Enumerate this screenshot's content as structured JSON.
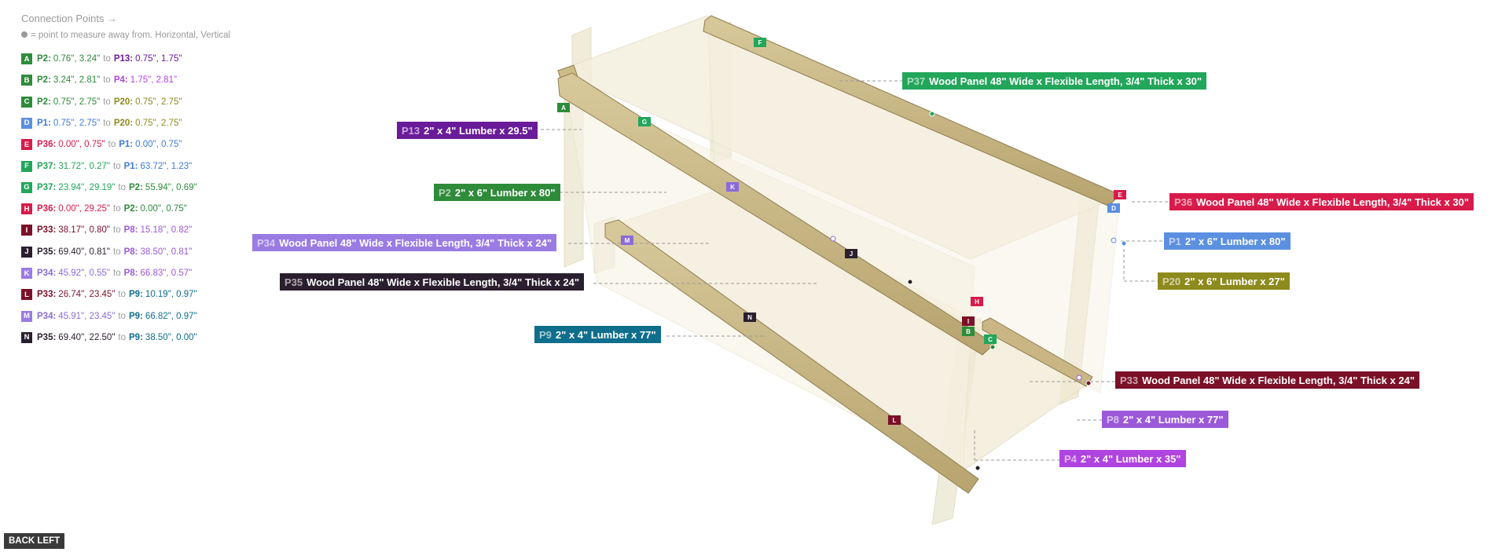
{
  "legend": {
    "title": "Connection Points →",
    "subtitle": "= point to measure away from. Horizontal, Vertical"
  },
  "connections": [
    {
      "letter": "A",
      "color": "#2e8b3a",
      "a": "P2:",
      "av": "0.76\", 3.24\"",
      "b": "P13:",
      "bv": "0.75\", 1.75\"",
      "ca": "#2e8b3a",
      "cb": "#6a1b9a"
    },
    {
      "letter": "B",
      "color": "#2e8b3a",
      "a": "P2:",
      "av": "3.24\", 2.81\"",
      "b": "P4:",
      "bv": "1.75\", 2.81\"",
      "ca": "#2e8b3a",
      "cb": "#b044e0"
    },
    {
      "letter": "C",
      "color": "#2e8b3a",
      "a": "P2:",
      "av": "0.75\", 2.75\"",
      "b": "P20:",
      "bv": "0.75\", 2.75\"",
      "ca": "#2e8b3a",
      "cb": "#8d8a1e"
    },
    {
      "letter": "D",
      "color": "#5b8fe0",
      "a": "P1:",
      "av": "0.75\", 2.75\"",
      "b": "P20:",
      "bv": "0.75\", 2.75\"",
      "ca": "#3f7ad6",
      "cb": "#8d8a1e"
    },
    {
      "letter": "E",
      "color": "#d81b4a",
      "a": "P36:",
      "av": "0.00\", 0.75\"",
      "b": "P1:",
      "bv": "0.00\", 0.75\"",
      "ca": "#d81b4a",
      "cb": "#3f7ad6"
    },
    {
      "letter": "F",
      "color": "#21a65a",
      "a": "P37:",
      "av": "31.72\", 0.27\"",
      "b": "P1:",
      "bv": "63.72\", 1.23\"",
      "ca": "#21a65a",
      "cb": "#3f7ad6"
    },
    {
      "letter": "G",
      "color": "#21a65a",
      "a": "P37:",
      "av": "23.94\", 29.19\"",
      "b": "P2:",
      "bv": "55.94\", 0.69\"",
      "ca": "#21a65a",
      "cb": "#2e8b3a"
    },
    {
      "letter": "H",
      "color": "#d81b4a",
      "a": "P36:",
      "av": "0.00\", 29.25\"",
      "b": "P2:",
      "bv": "0.00\", 0.75\"",
      "ca": "#d81b4a",
      "cb": "#2e8b3a"
    },
    {
      "letter": "I",
      "color": "#7b1028",
      "a": "P33:",
      "av": "38.17\", 0.80\"",
      "b": "P8:",
      "bv": "15.18\", 0.82\"",
      "ca": "#7b1028",
      "cb": "#9b59d9"
    },
    {
      "letter": "J",
      "color": "#2a1f2e",
      "a": "P35:",
      "av": "69.40\", 0.81\"",
      "b": "P8:",
      "bv": "38.50\", 0.81\"",
      "ca": "#2a1f2e",
      "cb": "#9b59d9"
    },
    {
      "letter": "K",
      "color": "#9a7be3",
      "a": "P34:",
      "av": "45.92\", 0.55\"",
      "b": "P8:",
      "bv": "66.83\", 0.57\"",
      "ca": "#8a6bd8",
      "cb": "#9b59d9"
    },
    {
      "letter": "L",
      "color": "#7b1028",
      "a": "P33:",
      "av": "26.74\", 23.45\"",
      "b": "P9:",
      "bv": "10.19\", 0.97\"",
      "ca": "#7b1028",
      "cb": "#0f6e8c"
    },
    {
      "letter": "M",
      "color": "#9a7be3",
      "a": "P34:",
      "av": "45.91\", 23.45\"",
      "b": "P9:",
      "bv": "66.82\", 0.97\"",
      "ca": "#8a6bd8",
      "cb": "#0f6e8c"
    },
    {
      "letter": "N",
      "color": "#2a1f2e",
      "a": "P35:",
      "av": "69.40\", 22.50\"",
      "b": "P9:",
      "bv": "38.50\", 0.00\"",
      "ca": "#2a1f2e",
      "cb": "#0f6e8c"
    }
  ],
  "parts": [
    {
      "id": "P37",
      "text": "Wood Panel 48\" Wide x Flexible Length, 3/4\" Thick x 30\"",
      "color": "#21a65a"
    },
    {
      "id": "P13",
      "text": "2\" x 4\" Lumber  x 29.5\"",
      "color": "#6a1b9a"
    },
    {
      "id": "P2",
      "text": "2\" x 6\" Lumber x 80\"",
      "color": "#2e8b3a"
    },
    {
      "id": "P36",
      "text": "Wood Panel 48\" Wide x Flexible Length, 3/4\" Thick x 30\"",
      "color": "#d81b4a"
    },
    {
      "id": "P34",
      "text": "Wood Panel 48\" Wide x Flexible Length, 3/4\" Thick x 24\"",
      "color": "#9a7be3"
    },
    {
      "id": "P1",
      "text": "2\" x 6\" Lumber x 80\"",
      "color": "#5b8fe0"
    },
    {
      "id": "P35",
      "text": "Wood Panel 48\" Wide x Flexible Length, 3/4\" Thick x 24\"",
      "color": "#2a1f2e"
    },
    {
      "id": "P20",
      "text": "2\" x 6\" Lumber x 27\"",
      "color": "#8d8a1e"
    },
    {
      "id": "P9",
      "text": "2\" x 4\" Lumber  x 77\"",
      "color": "#0f6e8c"
    },
    {
      "id": "P33",
      "text": "Wood Panel 48\" Wide x Flexible Length, 3/4\" Thick x 24\"",
      "color": "#7b1028"
    },
    {
      "id": "P8",
      "text": "2\" x 4\" Lumber  x 77\"",
      "color": "#9b59d9"
    },
    {
      "id": "P4",
      "text": "2\" x 4\" Lumber  x 35\"",
      "color": "#b044e0"
    }
  ],
  "markers": [
    "F",
    "A",
    "G",
    "K",
    "M",
    "J",
    "N",
    "L",
    "H",
    "I",
    "B",
    "C",
    "E",
    "D"
  ],
  "view": {
    "label": "BACK LEFT"
  },
  "colors": {
    "wood": "#cbb98a",
    "wood_dark": "#a8955f",
    "wood_light": "#efe8d0"
  }
}
